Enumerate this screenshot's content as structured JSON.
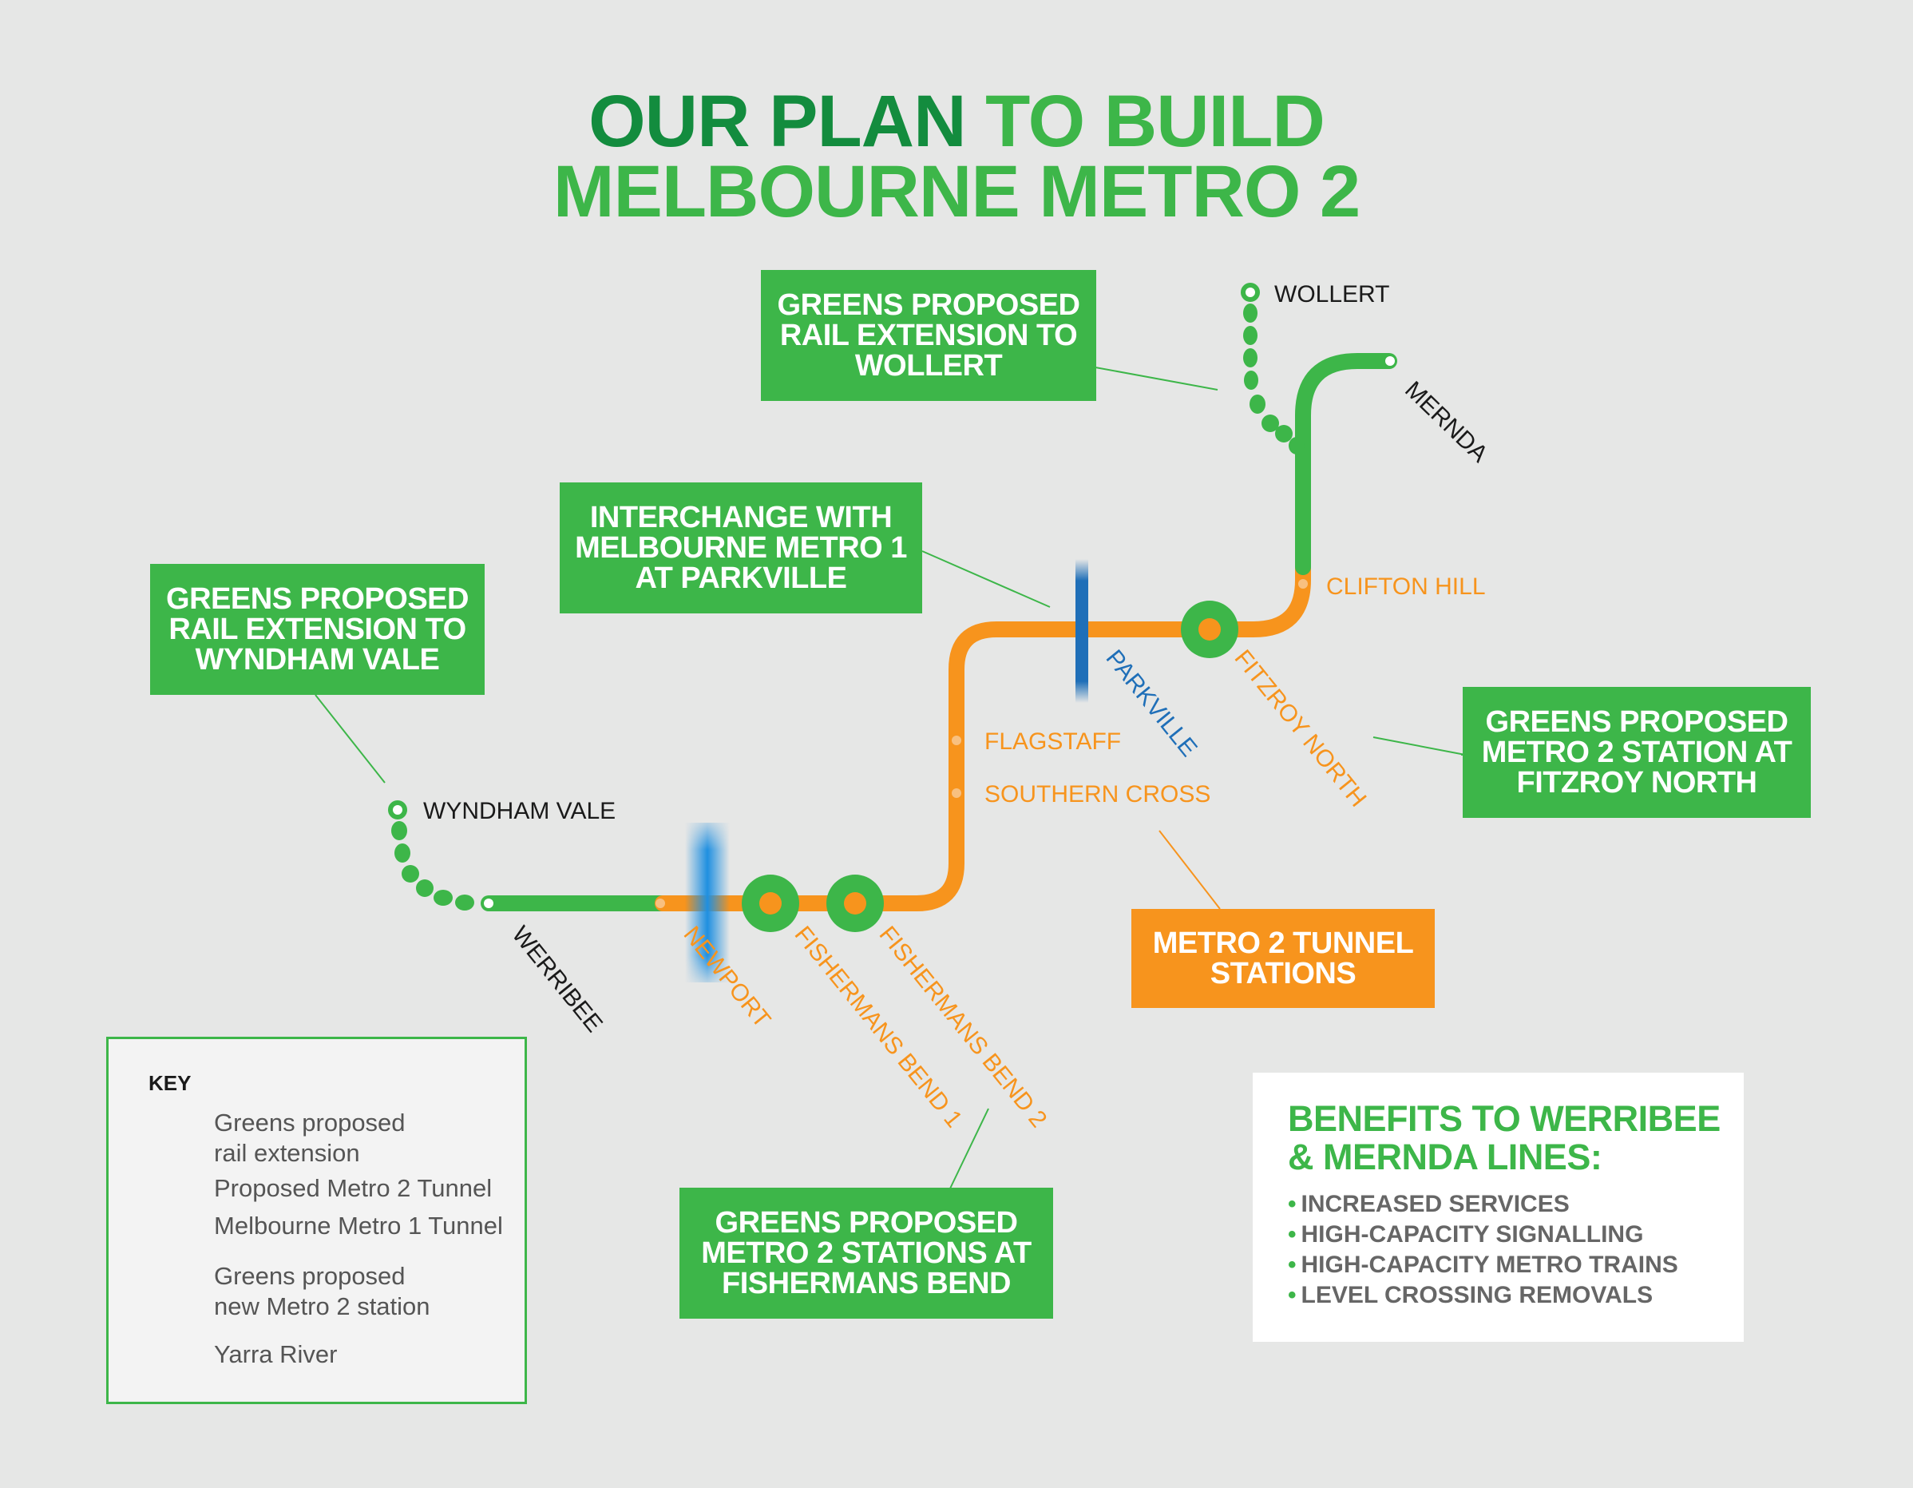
{
  "title": {
    "line1_dark": "OUR PLAN",
    "line1_light": "TO BUILD",
    "line2": "MELBOURNE METRO 2"
  },
  "callouts": {
    "wollert": [
      "GREENS PROPOSED",
      "RAIL EXTENSION TO",
      "WOLLERT"
    ],
    "parkville": [
      "INTERCHANGE WITH",
      "MELBOURNE METRO 1",
      "AT PARKVILLE"
    ],
    "wyndham": [
      "GREENS PROPOSED",
      "RAIL EXTENSION TO",
      "WYNDHAM VALE"
    ],
    "fitzroy": [
      "GREENS PROPOSED",
      "METRO 2 STATION AT",
      "FITZROY NORTH"
    ],
    "tunnel": [
      "METRO 2 TUNNEL",
      "STATIONS"
    ],
    "fishermans": [
      "GREENS PROPOSED",
      "METRO 2 STATIONS AT",
      "FISHERMANS BEND"
    ]
  },
  "stations": {
    "wollert": "WOLLERT",
    "mernda": "MERNDA",
    "clifton_hill": "CLIFTON HILL",
    "parkville": "PARKVILLE",
    "fitzroy_north": "FITZROY NORTH",
    "flagstaff": "FLAGSTAFF",
    "southern_cross": "SOUTHERN CROSS",
    "wyndham_vale": "WYNDHAM VALE",
    "werribee": "WERRIBEE",
    "newport": "NEWPORT",
    "fishermans_bend_1": "FISHERMANS BEND 1",
    "fishermans_bend_2": "FISHERMANS BEND 2"
  },
  "key": {
    "title": "KEY",
    "items": [
      [
        "Greens proposed",
        "rail extension"
      ],
      [
        "Proposed Metro 2 Tunnel"
      ],
      [
        "Melbourne Metro 1 Tunnel"
      ],
      [
        "Greens proposed",
        "new Metro 2 station"
      ],
      [
        "Yarra River"
      ]
    ]
  },
  "benefits": {
    "heading": [
      "BENEFITS TO WERRIBEE",
      "& MERNDA LINES:"
    ],
    "items": [
      "INCREASED SERVICES",
      "HIGH-CAPACITY SIGNALLING",
      "HIGH-CAPACITY METRO TRAINS",
      "LEVEL CROSSING REMOVALS"
    ]
  },
  "colors": {
    "green": "#3db649",
    "dark_green": "#138c3e",
    "orange": "#f7941d",
    "blue": "#1f6fb8",
    "background": "#e6e7e6"
  }
}
